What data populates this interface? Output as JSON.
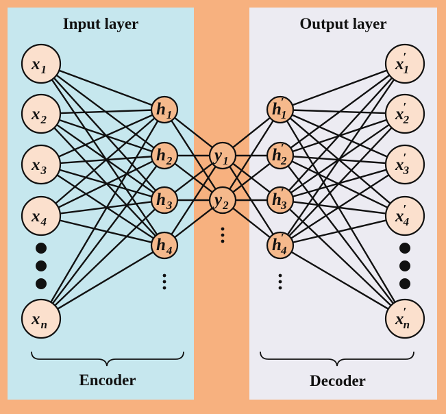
{
  "colors": {
    "frame": "#f7b17f",
    "encoder_panel": "#c6e7ee",
    "decoder_panel": "#ecebf2",
    "node_fill_light": "#fbe0cd",
    "node_fill_dark": "#f5b98c",
    "stroke": "#111111"
  },
  "panels": {
    "input_title": "Input layer",
    "output_title": "Output layer"
  },
  "brackets": {
    "encoder_label": "Encoder",
    "decoder_label": "Decoder"
  },
  "layers": {
    "input": [
      {
        "base": "x",
        "sub": "1",
        "prime": false
      },
      {
        "base": "x",
        "sub": "2",
        "prime": false
      },
      {
        "base": "x",
        "sub": "3",
        "prime": false
      },
      {
        "base": "x",
        "sub": "4",
        "prime": false
      },
      {
        "base": "x",
        "sub": "n",
        "prime": false
      }
    ],
    "encoder_hidden": [
      {
        "base": "h",
        "sub": "1",
        "prime": false
      },
      {
        "base": "h",
        "sub": "2",
        "prime": false
      },
      {
        "base": "h",
        "sub": "3",
        "prime": false
      },
      {
        "base": "h",
        "sub": "4",
        "prime": false
      }
    ],
    "code": [
      {
        "base": "y",
        "sub": "1",
        "prime": false
      },
      {
        "base": "y",
        "sub": "2",
        "prime": false
      }
    ],
    "decoder_hidden": [
      {
        "base": "h",
        "sub": "1",
        "prime": true
      },
      {
        "base": "h",
        "sub": "2",
        "prime": true
      },
      {
        "base": "h",
        "sub": "3",
        "prime": true
      },
      {
        "base": "h",
        "sub": "4",
        "prime": true
      }
    ],
    "output": [
      {
        "base": "x",
        "sub": "1",
        "prime": true
      },
      {
        "base": "x",
        "sub": "2",
        "prime": true
      },
      {
        "base": "x",
        "sub": "3",
        "prime": true
      },
      {
        "base": "x",
        "sub": "4",
        "prime": true
      },
      {
        "base": "x",
        "sub": "n",
        "prime": true
      }
    ]
  }
}
